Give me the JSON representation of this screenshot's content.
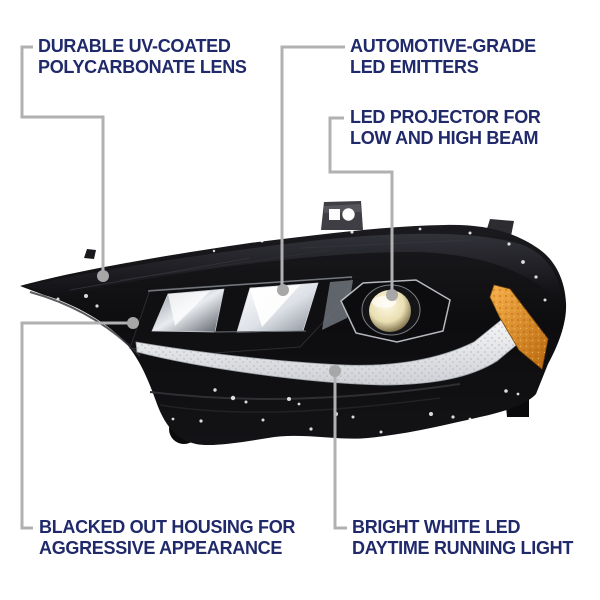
{
  "colors": {
    "background": "#ffffff",
    "label_text": "#20296a",
    "callout_line": "#b1b1b1",
    "callout_dot": "#a7a7a7",
    "housing_black": "#0e0e10",
    "amber_reflector": "#e0891f",
    "drl_white": "#ececee",
    "projector_lens": "#f3ecd2"
  },
  "callouts": [
    {
      "id": "lens",
      "lines": [
        "DURABLE UV-COATED",
        "POLYCARBONATE LENS"
      ]
    },
    {
      "id": "emitters",
      "lines": [
        "AUTOMOTIVE-GRADE",
        "LED EMITTERS"
      ]
    },
    {
      "id": "projector",
      "lines": [
        "LED PROJECTOR FOR",
        "LOW AND HIGH BEAM"
      ]
    },
    {
      "id": "housing",
      "lines": [
        "BLACKED OUT HOUSING FOR",
        "AGGRESSIVE APPEARANCE"
      ]
    },
    {
      "id": "drl",
      "lines": [
        "BRIGHT WHITE LED",
        "DAYTIME RUNNING LIGHT"
      ]
    }
  ]
}
